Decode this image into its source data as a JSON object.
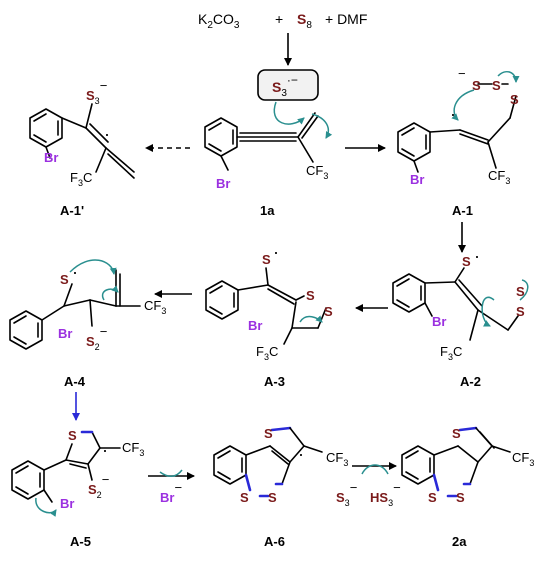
{
  "reagents": {
    "base": "K",
    "base_sub1": "2",
    "base_rest": "CO",
    "base_sub2": "3",
    "plus1": "+",
    "sulfur": "S",
    "sulfur_sub": "8",
    "plus_dmf": "+ DMF"
  },
  "radical_anion_box": {
    "s": "S",
    "sub": "3",
    "charge": "·−"
  },
  "labels": {
    "a1prime": "A-1'",
    "sm": "1a",
    "a1": "A-1",
    "a2": "A-2",
    "a3": "A-3",
    "a4": "A-4",
    "a5": "A-5",
    "a6": "A-6",
    "product": "2a"
  },
  "atoms": {
    "s": "S",
    "br": "Br",
    "cf3": "CF",
    "cf3_sub": "3",
    "f3c": "F",
    "f3c_sub": "3",
    "f3c_c": "C",
    "s3": "S",
    "s3_sub": "3",
    "s2": "S",
    "s2_sub": "2",
    "hs3": "HS",
    "hs3_sub": "3",
    "minus": "−",
    "dot": "·"
  },
  "byproducts": {
    "br_minus": "Br",
    "s3_minus": "S",
    "hs3_minus": "HS"
  },
  "colors": {
    "sulfur": "#7a1a1a",
    "bromine": "#9b30e0",
    "electron_arrow": "#2a8f8f",
    "new_bond": "#2a2ad8"
  }
}
